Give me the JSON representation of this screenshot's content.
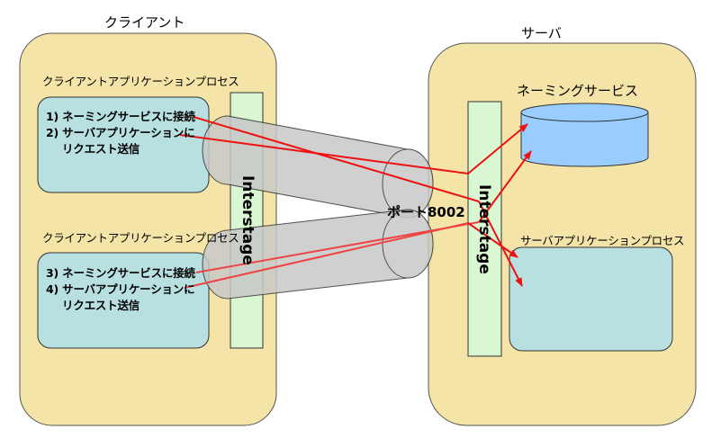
{
  "client": {
    "title": "クライアント",
    "process1": {
      "title": "クライアントアプリケーションプロセス",
      "line1": "1) ネーミングサービスに接続",
      "line2a": "2) サーバアプリケーションに",
      "line2b": "リクエスト送信"
    },
    "process2": {
      "title": "クライアントアプリケーションプロセス",
      "line1": "3) ネーミングサービスに接続",
      "line2a": "4) サーバアプリケーションに",
      "line2b": "リクエスト送信"
    },
    "interstage_label": "Interstage"
  },
  "server": {
    "title": "サーバ",
    "naming_service_label": "ネーミングサービス",
    "server_process_label": "サーバアプリケーションプロセス",
    "interstage_label": "Interstage"
  },
  "port_label": "ポート8002",
  "colors": {
    "host_fill": "#f5e4a8",
    "process_fill": "#b9e0e0",
    "interstage_fill": "#d9f7d2",
    "cylinder_fill": "#99ccff",
    "pipe_fill": "#c8c8c8",
    "arrow_red": "#ee1111",
    "arrow_light_red": "#ee4444"
  }
}
